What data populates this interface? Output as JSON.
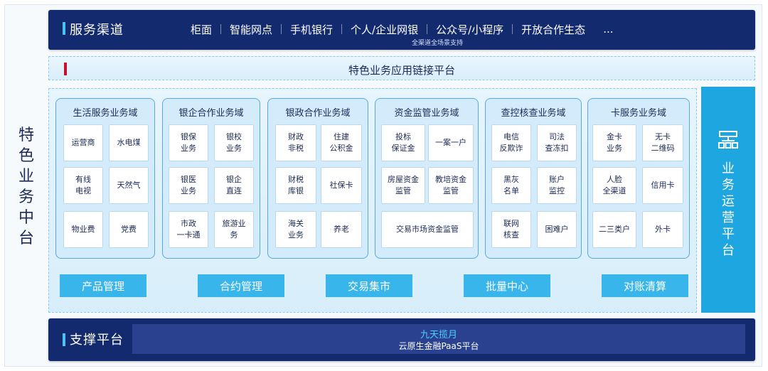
{
  "channel": {
    "title": "服务渠道",
    "items": [
      "柜面",
      "智能网点",
      "手机银行",
      "个人/企业网银",
      "公众号/小程序",
      "开放合作生态",
      "..."
    ],
    "subtitle": "全渠道全场景支持"
  },
  "link_platform": {
    "title": "特色业务应用链接平台"
  },
  "left_label": "特色业务中台",
  "domains": [
    {
      "title": "生活服务业务域",
      "tiles": [
        "运营商",
        "水电煤",
        "有线\n电视",
        "天然气",
        "物业费",
        "党费"
      ]
    },
    {
      "title": "银企合作业务域",
      "tiles": [
        "银保\n业务",
        "银校\n业务",
        "银医\n业务",
        "银企\n直连",
        "市政\n一卡通",
        "旅游业\n务"
      ]
    },
    {
      "title": "银政合作业务域",
      "tiles": [
        "财政\n非税",
        "住建\n公积金",
        "财税\n库银",
        "社保卡",
        "海关\n业务",
        "养老"
      ]
    },
    {
      "title": "资金监管业务域",
      "tiles": [
        "投标\n保证金",
        "一案一户",
        "房屋资金\n监管",
        "教培资金\n监管",
        "交易市场资金监管"
      ]
    },
    {
      "title": "查控核查业务域",
      "tiles": [
        "电信\n反欺诈",
        "司法\n查冻扣",
        "黑灰\n名单",
        "账户\n监控",
        "联网\n核查",
        "困难户"
      ]
    },
    {
      "title": "卡服务业务域",
      "tiles": [
        "金卡\n业务",
        "无卡\n二维码",
        "人脸\n全渠道",
        "信用卡",
        "二三类户",
        "外卡"
      ]
    }
  ],
  "functions": [
    "产品管理",
    "合约管理",
    "交易集市",
    "批量中心",
    "对账清算"
  ],
  "ops_panel": {
    "label": "业务运营平台",
    "icon": "platform-server-icon"
  },
  "support": {
    "title": "支撑平台",
    "name": "九天揽月",
    "desc": "云原生金融PaaS平台"
  },
  "colors": {
    "navy": "#142a6e",
    "accent_cyan": "#38b5ea",
    "ops_blue": "#1ea6e0",
    "red_mark": "#c8102e"
  }
}
